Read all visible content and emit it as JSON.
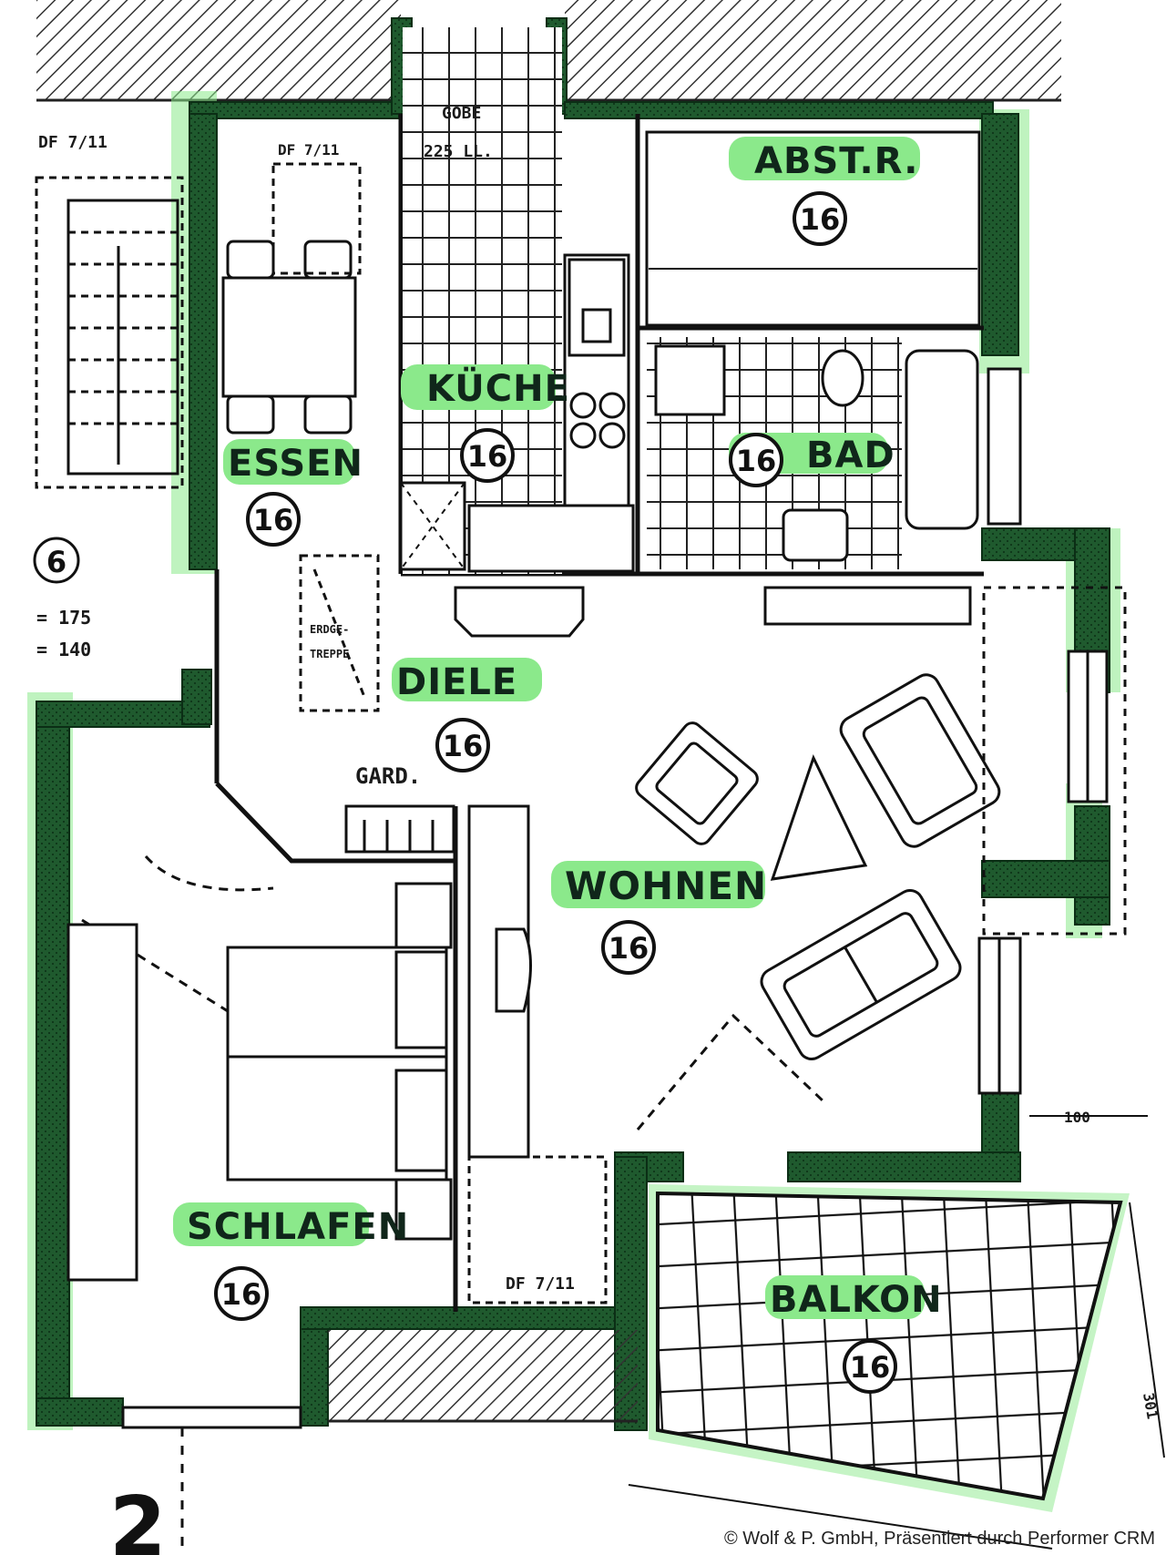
{
  "rooms": [
    {
      "key": "abst",
      "label": "ABST.R.",
      "number": "16"
    },
    {
      "key": "kueche",
      "label": "KÜCHE",
      "number": "16"
    },
    {
      "key": "bad",
      "label": "BAD",
      "number": "16"
    },
    {
      "key": "essen",
      "label": "ESSEN",
      "number": "16"
    },
    {
      "key": "diele",
      "label": "DIELE",
      "number": "16"
    },
    {
      "key": "wohnen",
      "label": "WOHNEN",
      "number": "16"
    },
    {
      "key": "schlafen",
      "label": "SCHLAFEN",
      "number": "16"
    },
    {
      "key": "balkon",
      "label": "BALKON",
      "number": "16"
    }
  ],
  "annotations": {
    "df_top_left": "DF 7/11",
    "df_essen": "DF 7/11",
    "df_bottom": "DF 7/11",
    "gard": "GARD.",
    "erdgeschoss_line1": "ERDGE-",
    "erdgeschoss_line2": "TREPPE",
    "kueche_dim_line1": "GOBE",
    "kueche_dim_line2": "225 LL.",
    "dim_100": "100",
    "dim_301": "301",
    "stair_number": "6",
    "level_line1": "= 175",
    "level_line2": "= 140",
    "section_mark": "2"
  },
  "colors": {
    "wall": "#1f5a2e",
    "highlight": "#8be98b",
    "hatch": "#333333"
  },
  "copyright": "© Wolf & P. GmbH, Präsentiert durch Performer CRM"
}
